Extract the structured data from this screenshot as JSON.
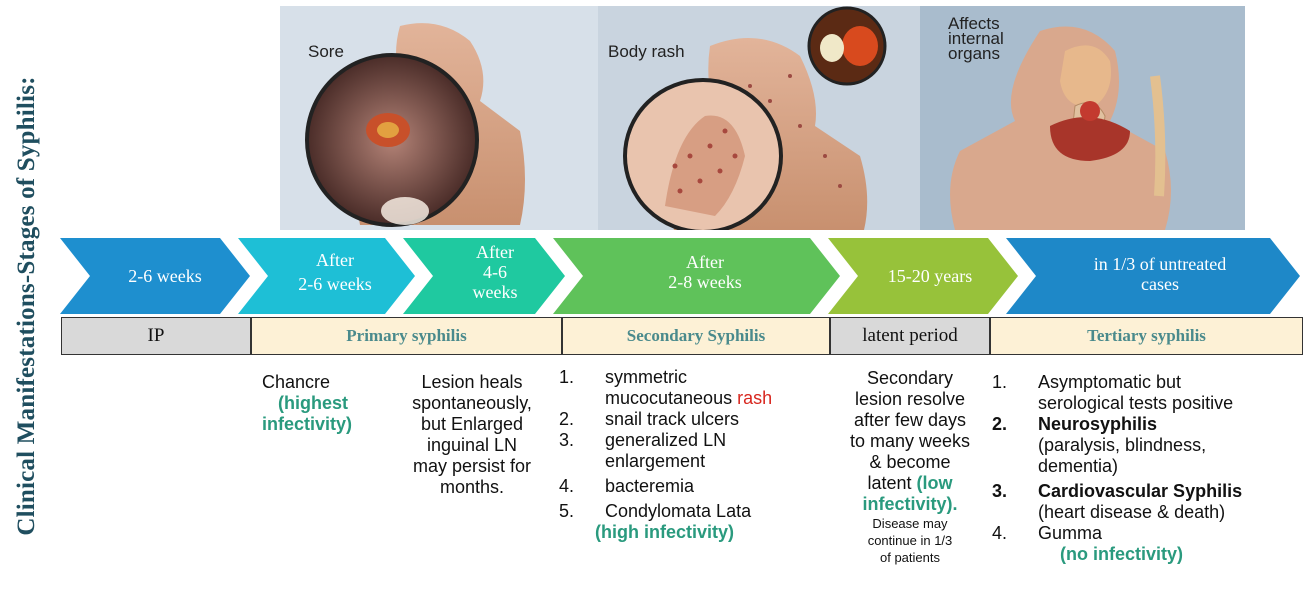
{
  "side_title": "Clinical Manifestations-Stages of Syphilis:",
  "figure": {
    "labels": [
      "Sore",
      "Body rash",
      "Affects",
      "internal",
      "organs"
    ]
  },
  "arrows": [
    {
      "lines": [
        "2-6 weeks"
      ],
      "color": "#1e8fcf"
    },
    {
      "lines": [
        "After",
        "2-6 weeks"
      ],
      "color": "#1ebfd6"
    },
    {
      "lines": [
        "After",
        "4-6",
        "weeks"
      ],
      "color": "#1fc9a0"
    },
    {
      "lines": [
        "After",
        "2-8 weeks"
      ],
      "color": "#5fc25a"
    },
    {
      "lines": [
        "15-20 years"
      ],
      "color": "#97c23a"
    },
    {
      "lines": [
        "in 1/3 of untreated",
        "cases"
      ],
      "color": "#1e88c8"
    }
  ],
  "stages": [
    "IP",
    "Primary syphilis",
    "Secondary  Syphilis",
    "latent period",
    "Tertiary syphilis"
  ],
  "primary": {
    "chancre": "Chancre",
    "chancre_note_1": "(highest",
    "chancre_note_2": "infectivity)",
    "heal_lines": [
      "Lesion heals",
      "spontaneously,",
      "but Enlarged",
      "inguinal LN",
      "may persist for",
      "months."
    ]
  },
  "secondary": {
    "items": [
      {
        "num": "1.",
        "lines": [
          "symmetric",
          "mucocutaneous"
        ],
        "highlight": "rash"
      },
      {
        "num": "2.",
        "lines": [
          "snail track ulcers"
        ]
      },
      {
        "num": "3.",
        "lines": [
          "generalized LN",
          "enlargement"
        ]
      },
      {
        "num": "4.",
        "lines": [
          "bacteremia"
        ]
      },
      {
        "num": "5.",
        "lines": [
          "Condylomata Lata"
        ]
      }
    ],
    "note": "(high infectivity)"
  },
  "latent": {
    "lines": [
      "Secondary",
      "lesion resolve",
      "after few days",
      "to many weeks",
      "& become"
    ],
    "last": "latent",
    "note": "(low",
    "note2": "infectivity).",
    "small_lines": [
      "Disease may",
      "continue in 1/3",
      "of patients"
    ]
  },
  "tertiary": {
    "items": [
      {
        "num": "1.",
        "lines": [
          "Asymptomatic but",
          "serological tests positive"
        ]
      },
      {
        "num": "2.",
        "bold": "Neurosyphilis",
        "lines": [
          "(paralysis, blindness,",
          "dementia)"
        ]
      },
      {
        "num": "3.",
        "bold": "Cardiovascular Syphilis",
        "lines": [
          "(heart disease & death)"
        ]
      },
      {
        "num": "4.",
        "lines": [
          "Gumma"
        ]
      }
    ],
    "note": "(no infectivity)"
  }
}
